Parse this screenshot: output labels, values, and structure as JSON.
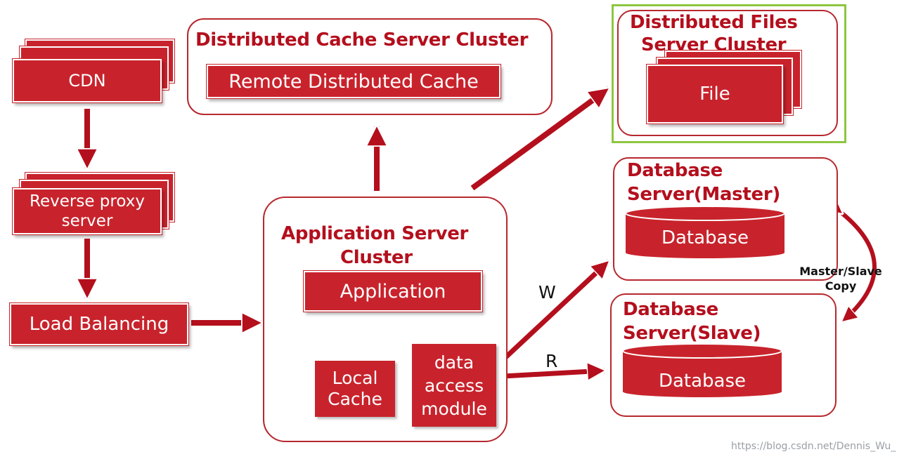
{
  "left_column": {
    "cdn": "CDN",
    "reverse_proxy": [
      "Reverse proxy",
      "server"
    ],
    "load_balancing": "Load Balancing"
  },
  "cache_cluster": {
    "title": "Distributed Cache Server Cluster",
    "item": "Remote Distributed Cache"
  },
  "files_cluster": {
    "title": [
      "Distributed Files",
      "Server Cluster"
    ],
    "item": "File"
  },
  "app_cluster": {
    "title": [
      "Application Server",
      "Cluster"
    ],
    "application": "Application",
    "local_cache": [
      "Local",
      "Cache"
    ],
    "data_access": [
      "data",
      "access",
      "module"
    ]
  },
  "db_master": {
    "title": [
      "Database",
      "Server(Master)"
    ],
    "item": "Database"
  },
  "db_slave": {
    "title": [
      "Database",
      "Server(Slave)"
    ],
    "item": "Database"
  },
  "labels": {
    "write": "W",
    "read": "R",
    "replication": [
      "Master/Slave",
      "Copy"
    ]
  },
  "watermark": "https://blog.csdn.net/Dennis_Wu_",
  "colors": {
    "accent": "#c8232c",
    "title": "#b40f1d",
    "highlight": "#8dc63f"
  }
}
